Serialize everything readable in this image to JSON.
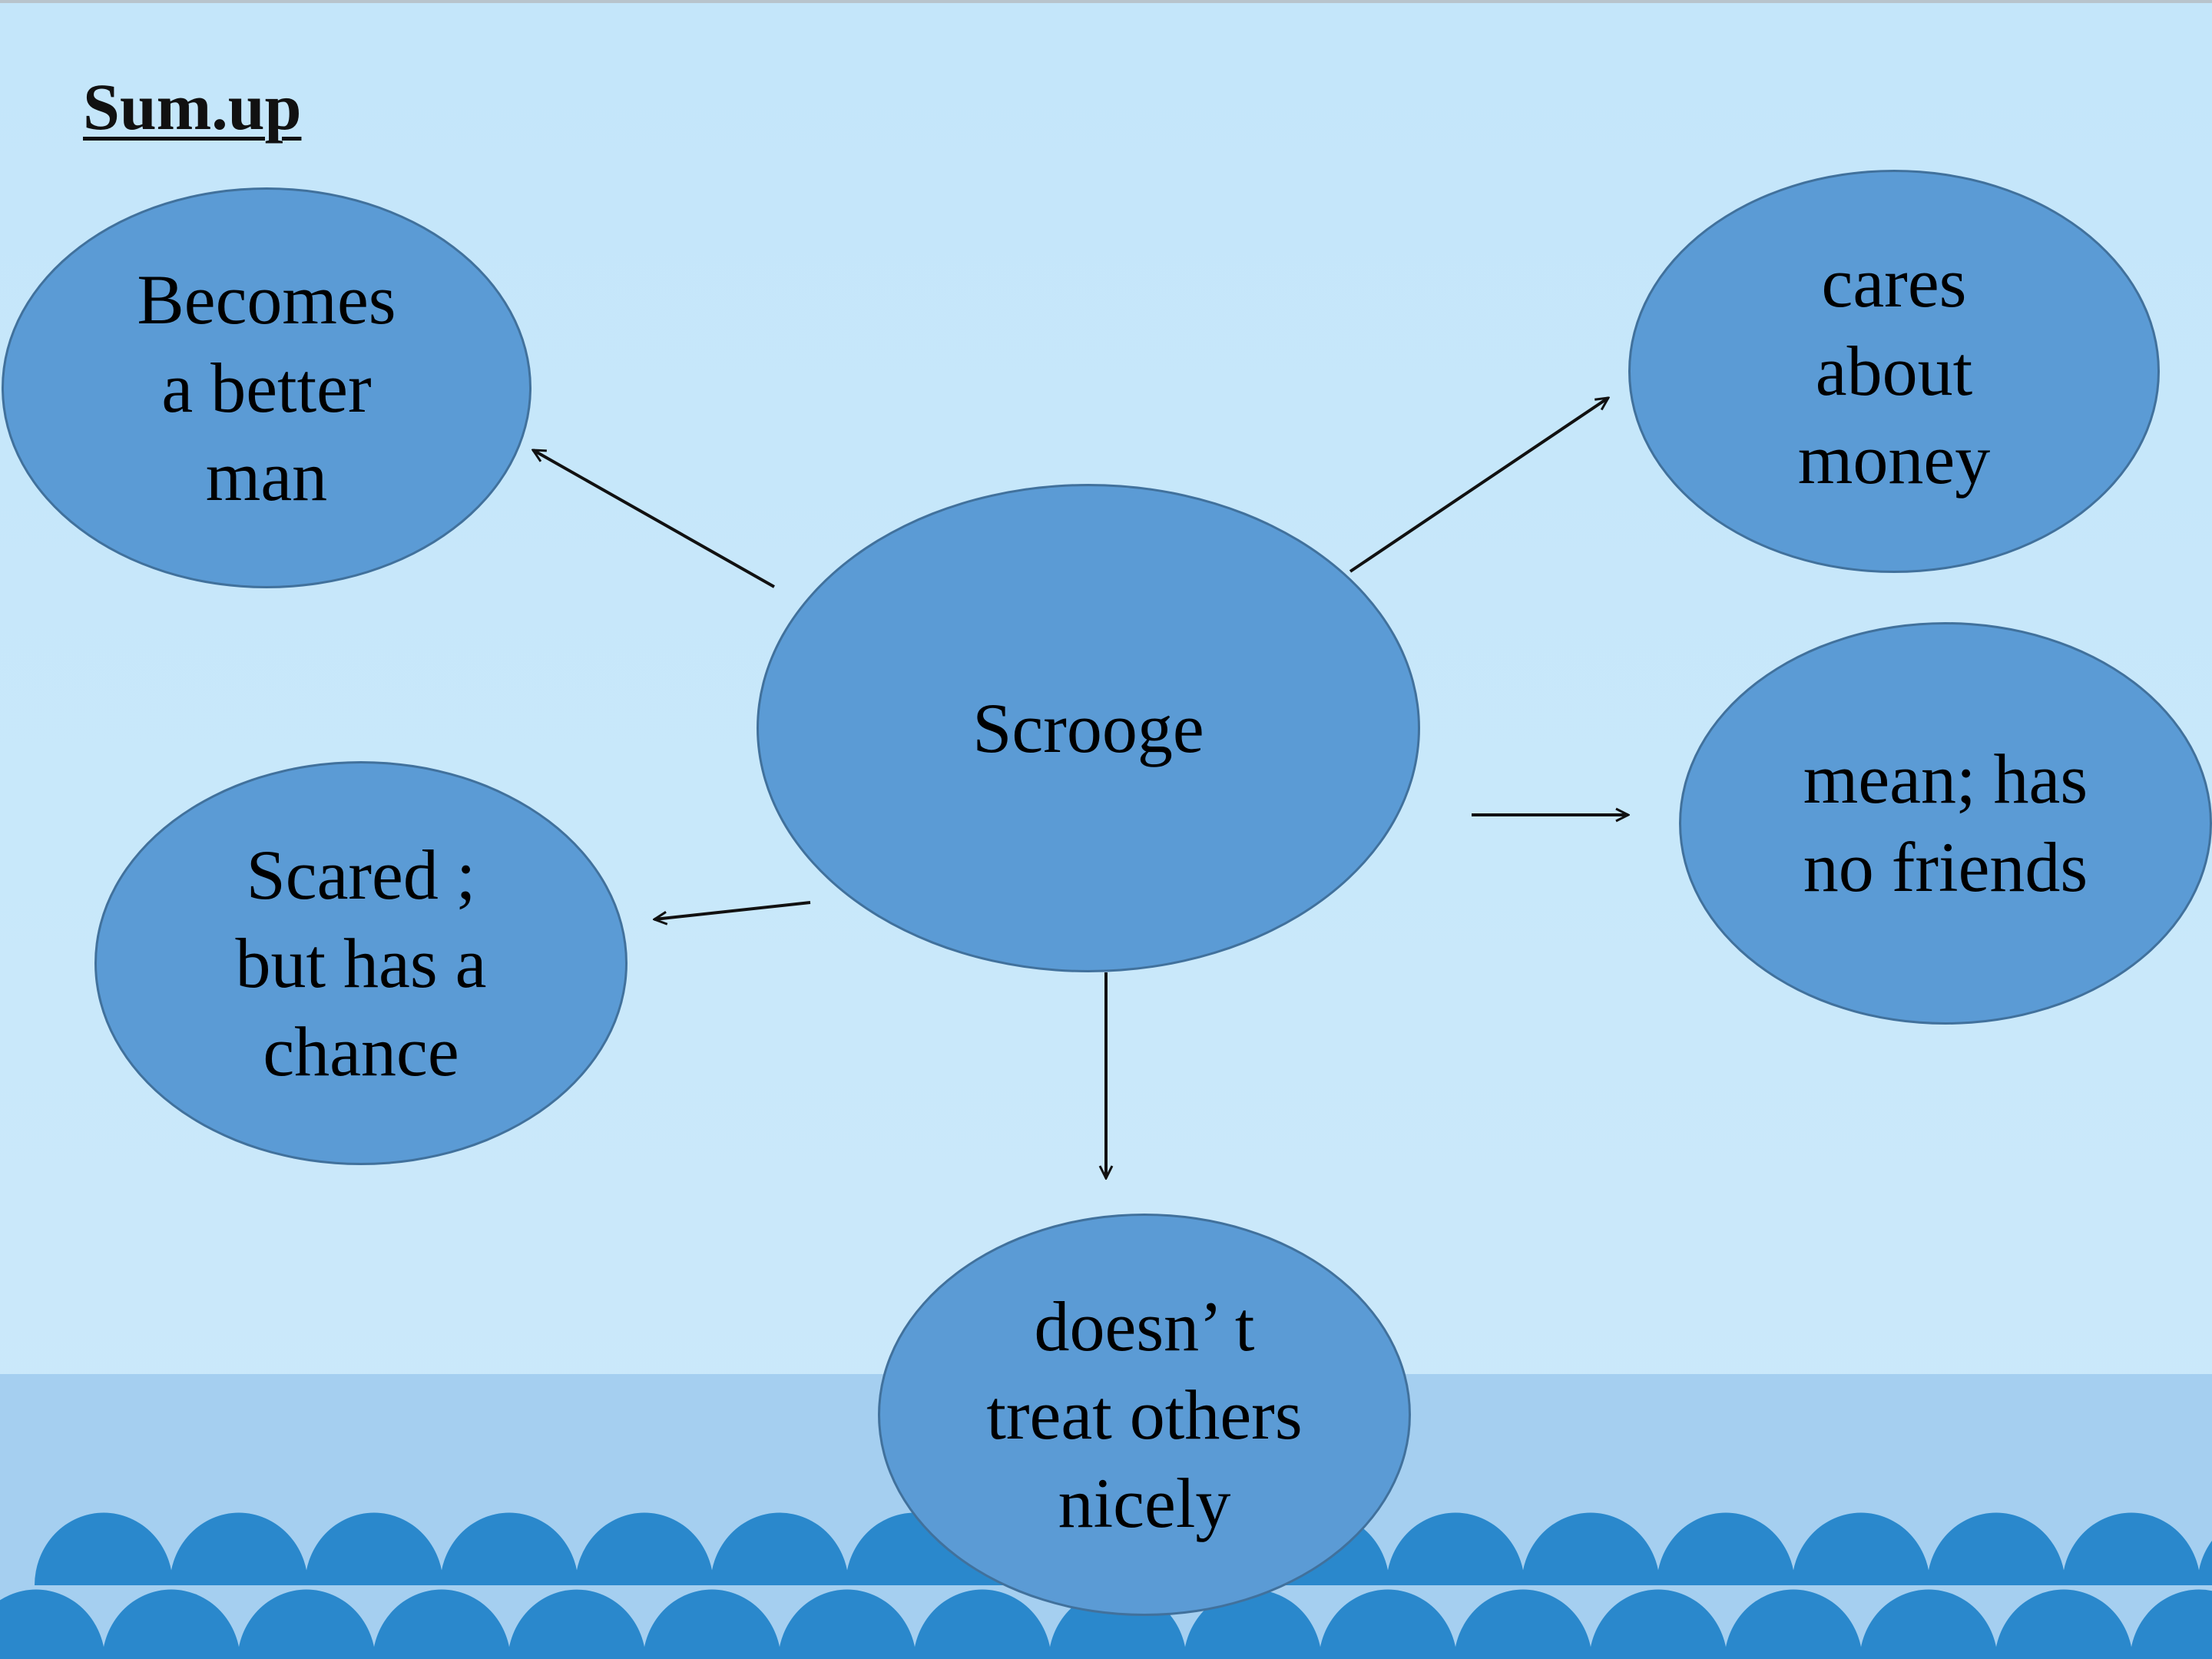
{
  "slide": {
    "title": "Sum.up"
  },
  "diagram": {
    "center": "Scrooge",
    "nodes": {
      "better_man": "Becomes\na better\nman",
      "money": "cares\nabout\nmoney",
      "scared": "Scared ;\nbut has a\nchance",
      "mean": "mean; has\nno friends",
      "others": "doesn’ t\ntreat others\nnicely"
    }
  },
  "colors": {
    "background": "#c4e6fa",
    "bubble_fill": "#5b9bd5",
    "bubble_border": "#41719c",
    "wave": "#2a88cc",
    "band": "#a5cff0"
  }
}
